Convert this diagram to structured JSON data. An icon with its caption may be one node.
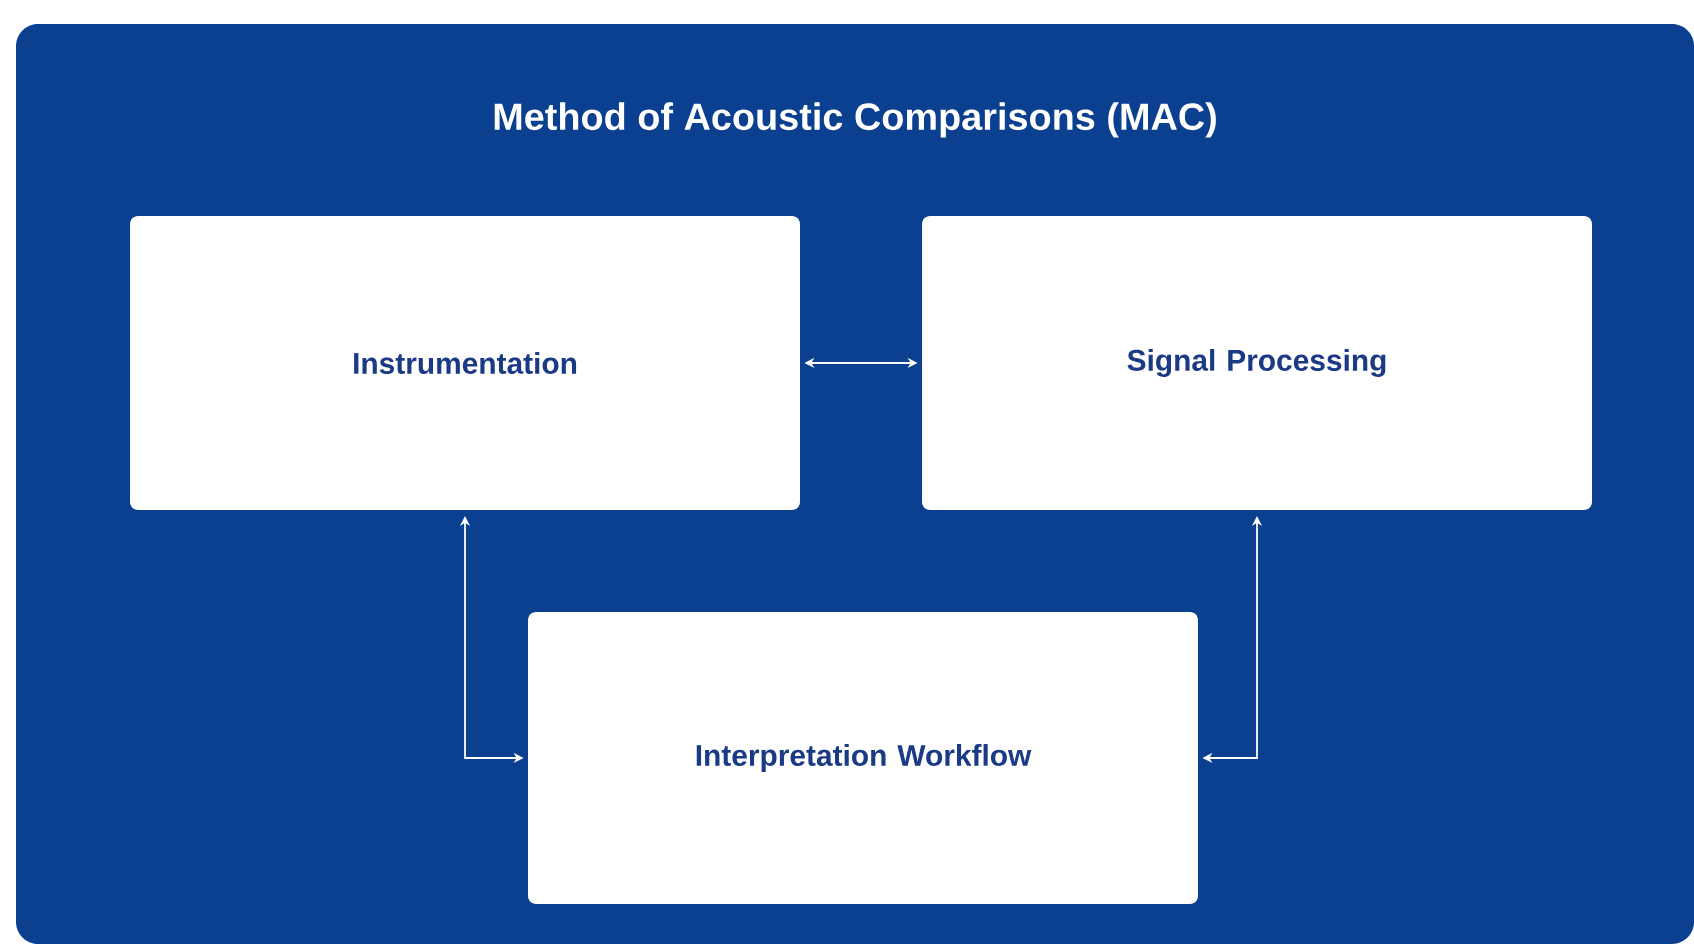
{
  "diagram": {
    "nodes": [
      {
        "text": [
          "Method of Acoustic Comparisons (MAC)"
        ]
      },
      {
        "text": [
          "Instrumentation"
        ],
        "in": 0
      },
      {
        "text": [
          "Signal Processing"
        ],
        "in": 0
      },
      {
        "text": [
          "Interpretation Workflow"
        ],
        "in": 0
      }
    ],
    "edges": [
      {
        "from": 1,
        "to": 2,
        "arrow": "both"
      },
      {
        "from": 1,
        "to": 3,
        "arrow": "both"
      },
      {
        "from": 2,
        "to": 3,
        "arrow": "both"
      }
    ]
  }
}
